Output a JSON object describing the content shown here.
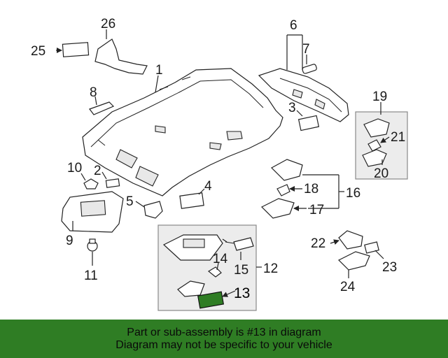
{
  "callouts": {
    "n1": "1",
    "n2": "2",
    "n3": "3",
    "n4": "4",
    "n5": "5",
    "n6": "6",
    "n7": "7",
    "n8": "8",
    "n9": "9",
    "n10": "10",
    "n11": "11",
    "n12": "12",
    "n13": "13",
    "n14": "14",
    "n15": "15",
    "n16": "16",
    "n17": "17",
    "n18": "18",
    "n19": "19",
    "n20": "20",
    "n21": "21",
    "n22": "22",
    "n23": "23",
    "n24": "24",
    "n25": "25",
    "n26": "26"
  },
  "highlighted_part": "13",
  "colors": {
    "banner": "#2f7d24",
    "highlight": "#2f7d24"
  },
  "banner": {
    "line1": "Part or sub-assembly is #13 in diagram",
    "line2": "Diagram may not be specific to your vehicle"
  }
}
